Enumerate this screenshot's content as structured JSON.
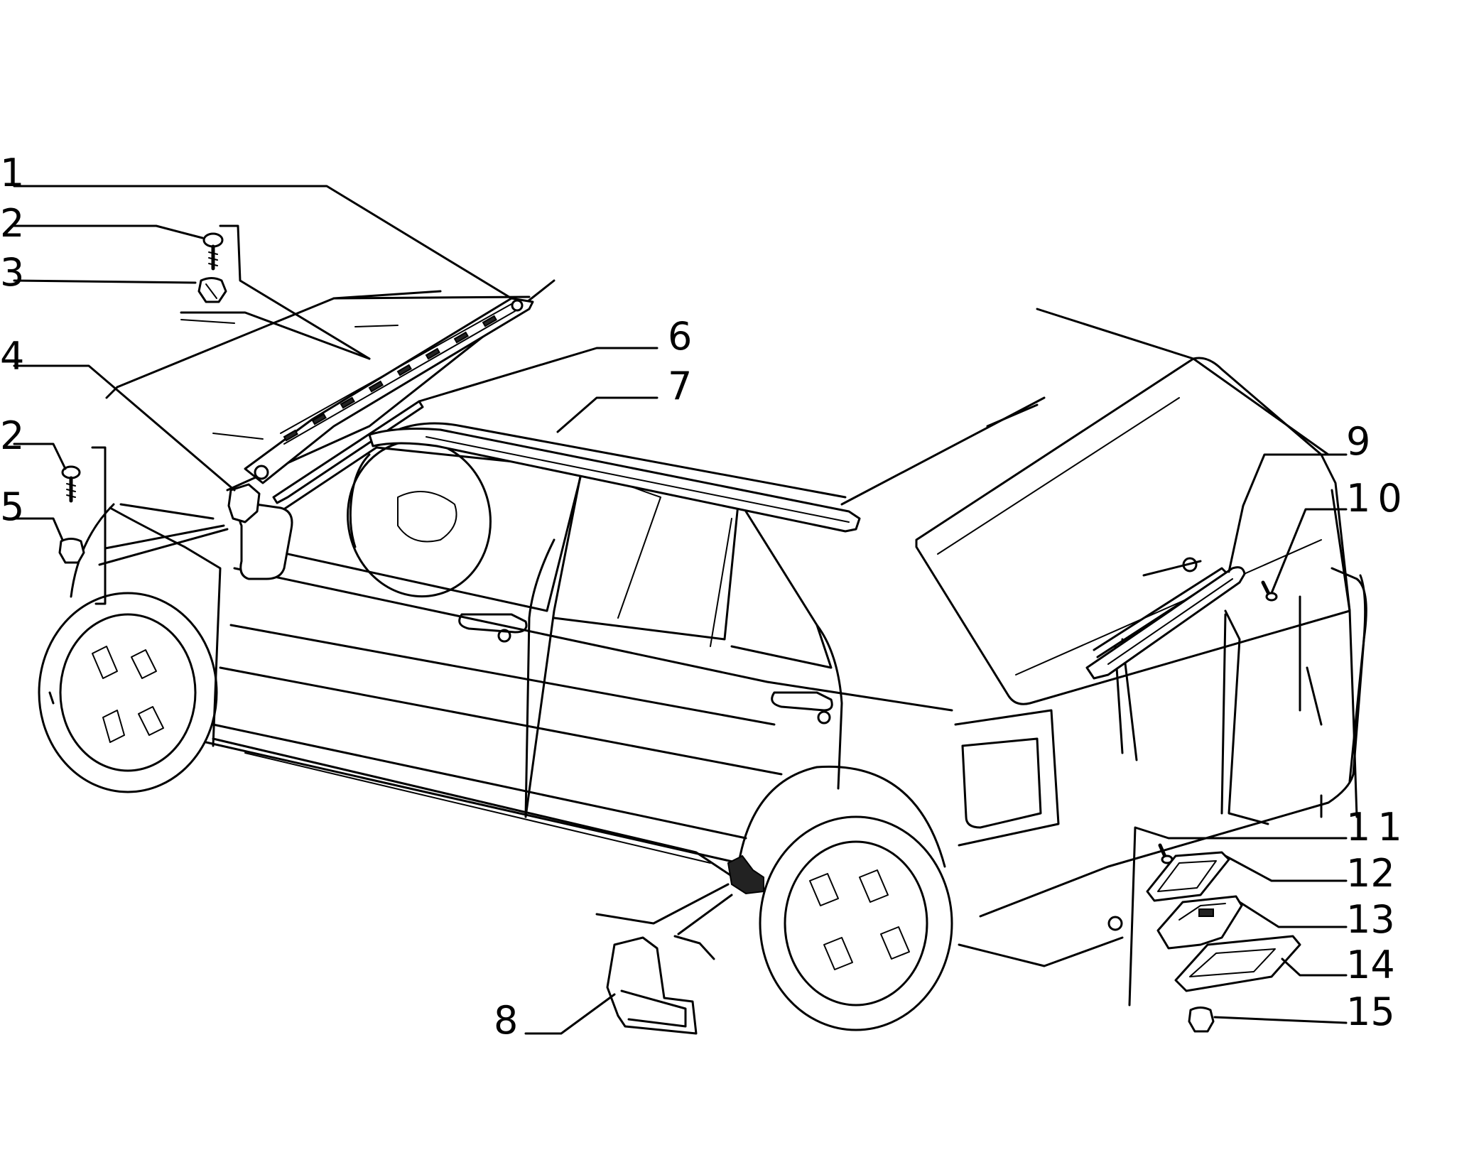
{
  "callouts": {
    "c1": "1",
    "c2a": "2",
    "c3": "3",
    "c4": "4",
    "c2b": "2",
    "c5": "5",
    "c6": "6",
    "c7": "7",
    "c8": "8",
    "c9": "9",
    "c10": "10",
    "c11": "11",
    "c12": "12",
    "c13": "13",
    "c14": "14",
    "c15": "15"
  }
}
